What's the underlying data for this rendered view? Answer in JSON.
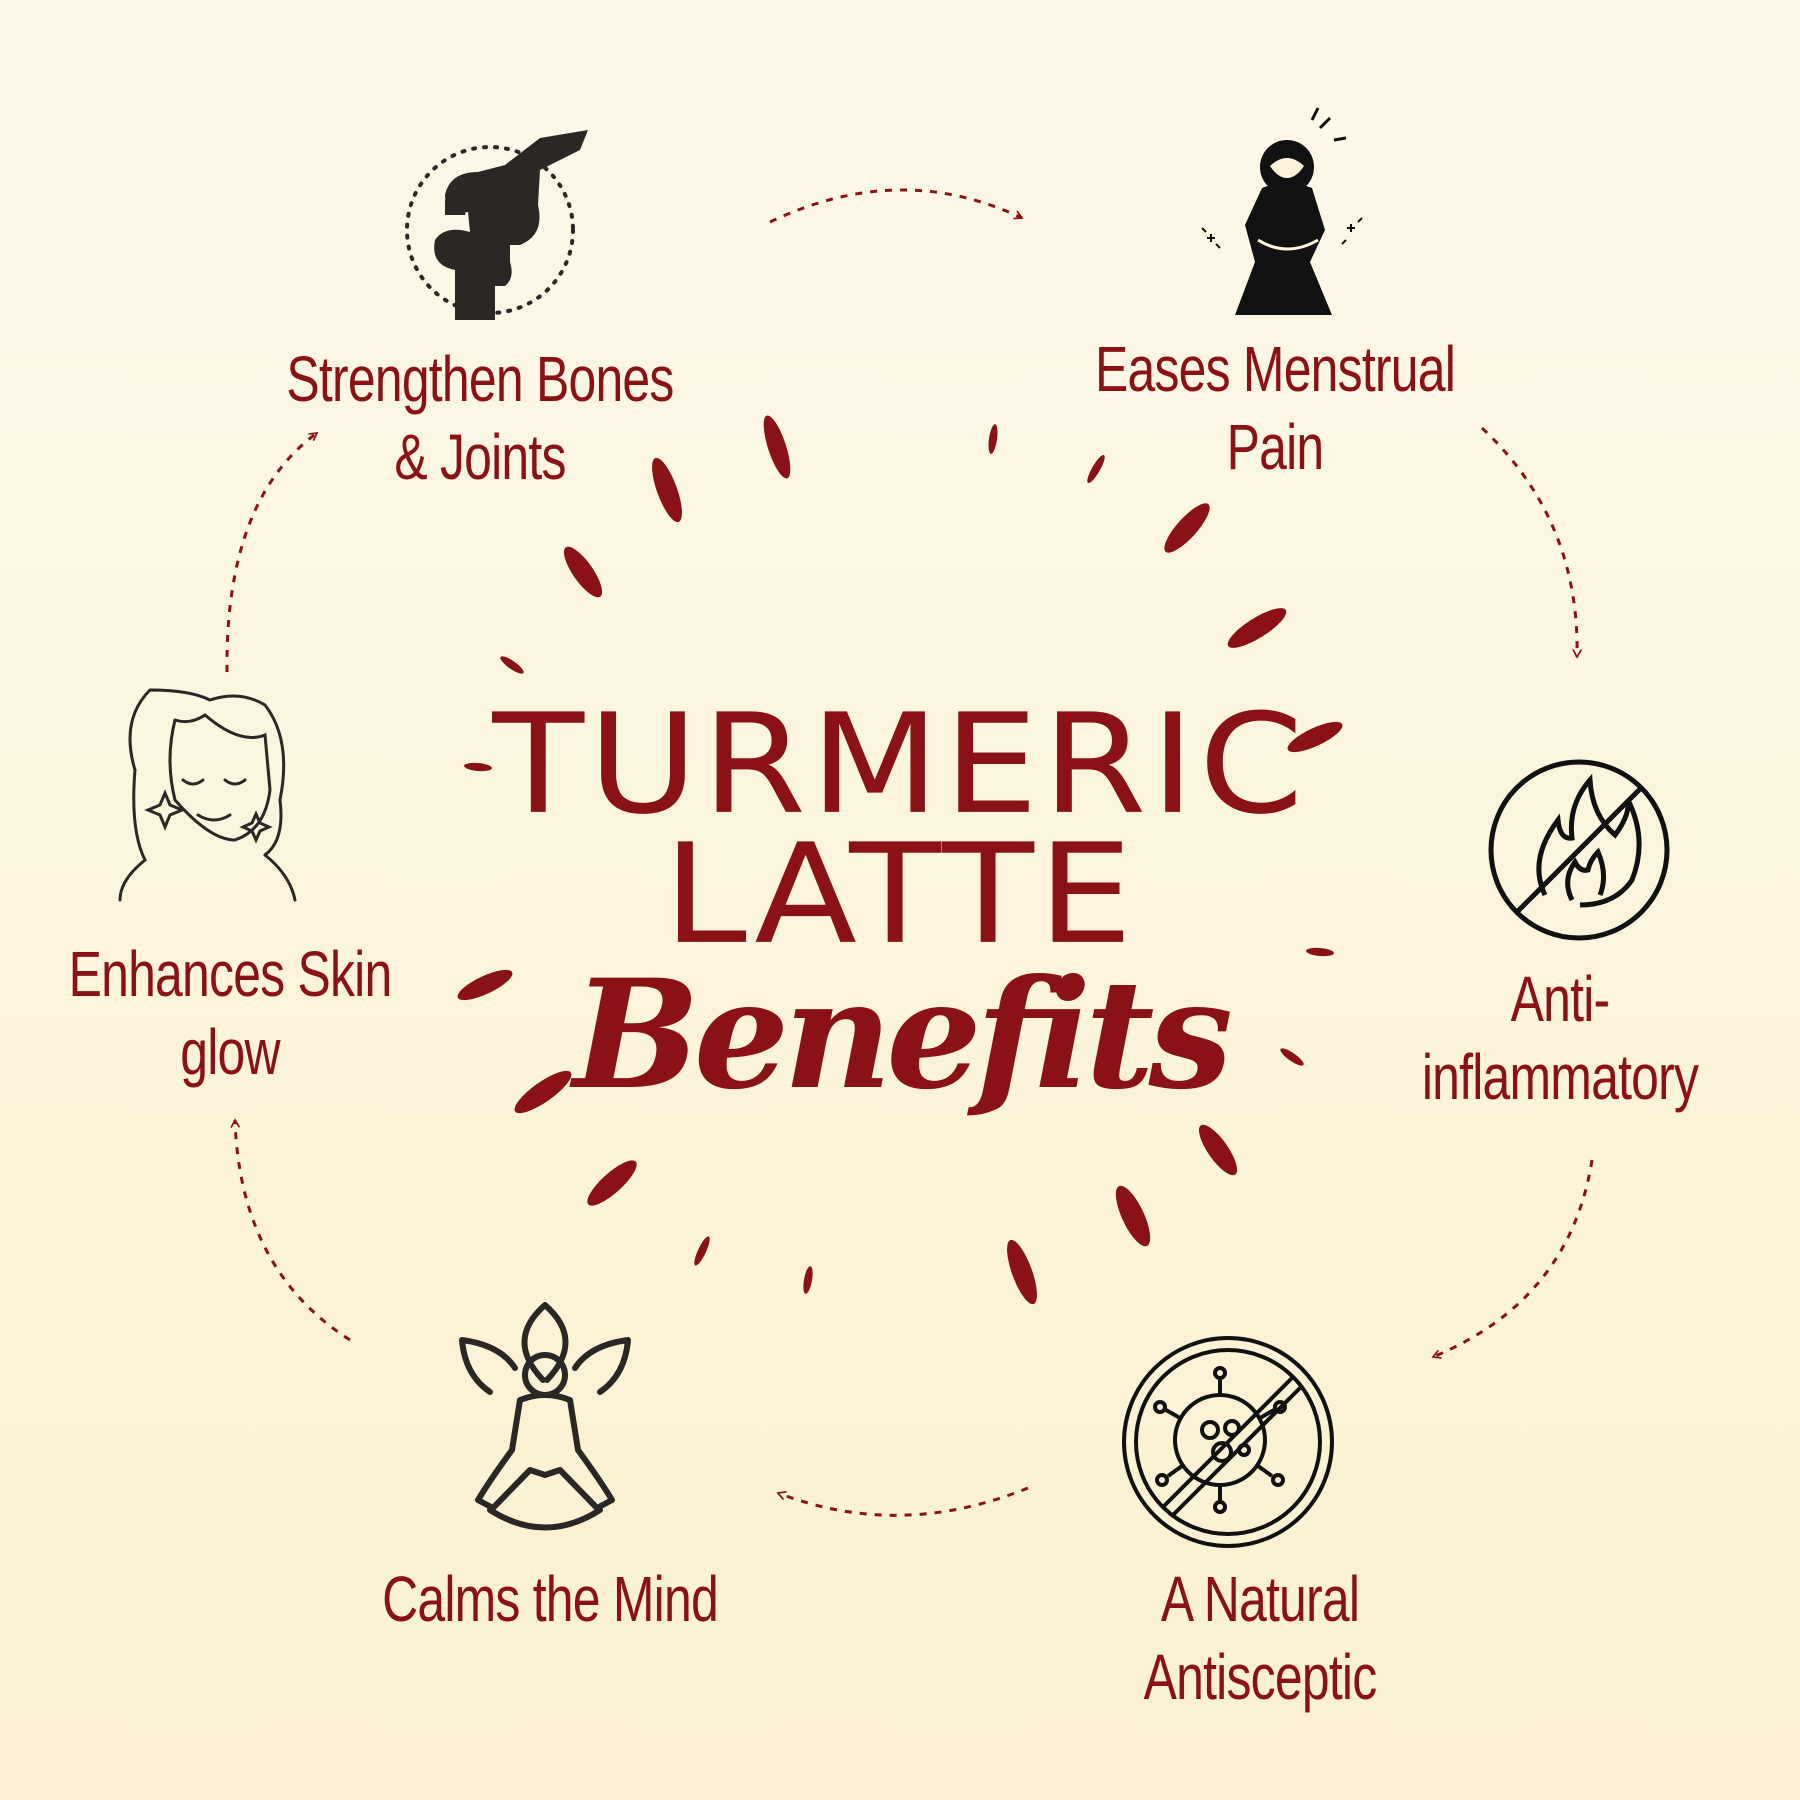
{
  "title": {
    "line1": "TURMERIC",
    "line2": "LATTE",
    "script": "Benefits"
  },
  "benefits": [
    {
      "id": "bones",
      "label": "Strengthen Bones & Joints",
      "icon": "bone-joint-icon"
    },
    {
      "id": "menstrual",
      "label": "Eases Menstrual Pain",
      "icon": "menstrual-pain-icon"
    },
    {
      "id": "anti",
      "label": "Anti-inflammatory",
      "icon": "no-fire-icon"
    },
    {
      "id": "antiseptic",
      "label": "A Natural Antisceptic",
      "icon": "no-virus-icon"
    },
    {
      "id": "calm",
      "label": "Calms the Mind",
      "icon": "meditation-icon"
    },
    {
      "id": "skin",
      "label": "Enhances Skin glow",
      "icon": "glowing-face-icon"
    }
  ],
  "colors": {
    "accent": "#8b1214",
    "icon": "#2b2724",
    "bg_top": "#fdf8ea",
    "bg_bottom": "#fbf1cf"
  }
}
